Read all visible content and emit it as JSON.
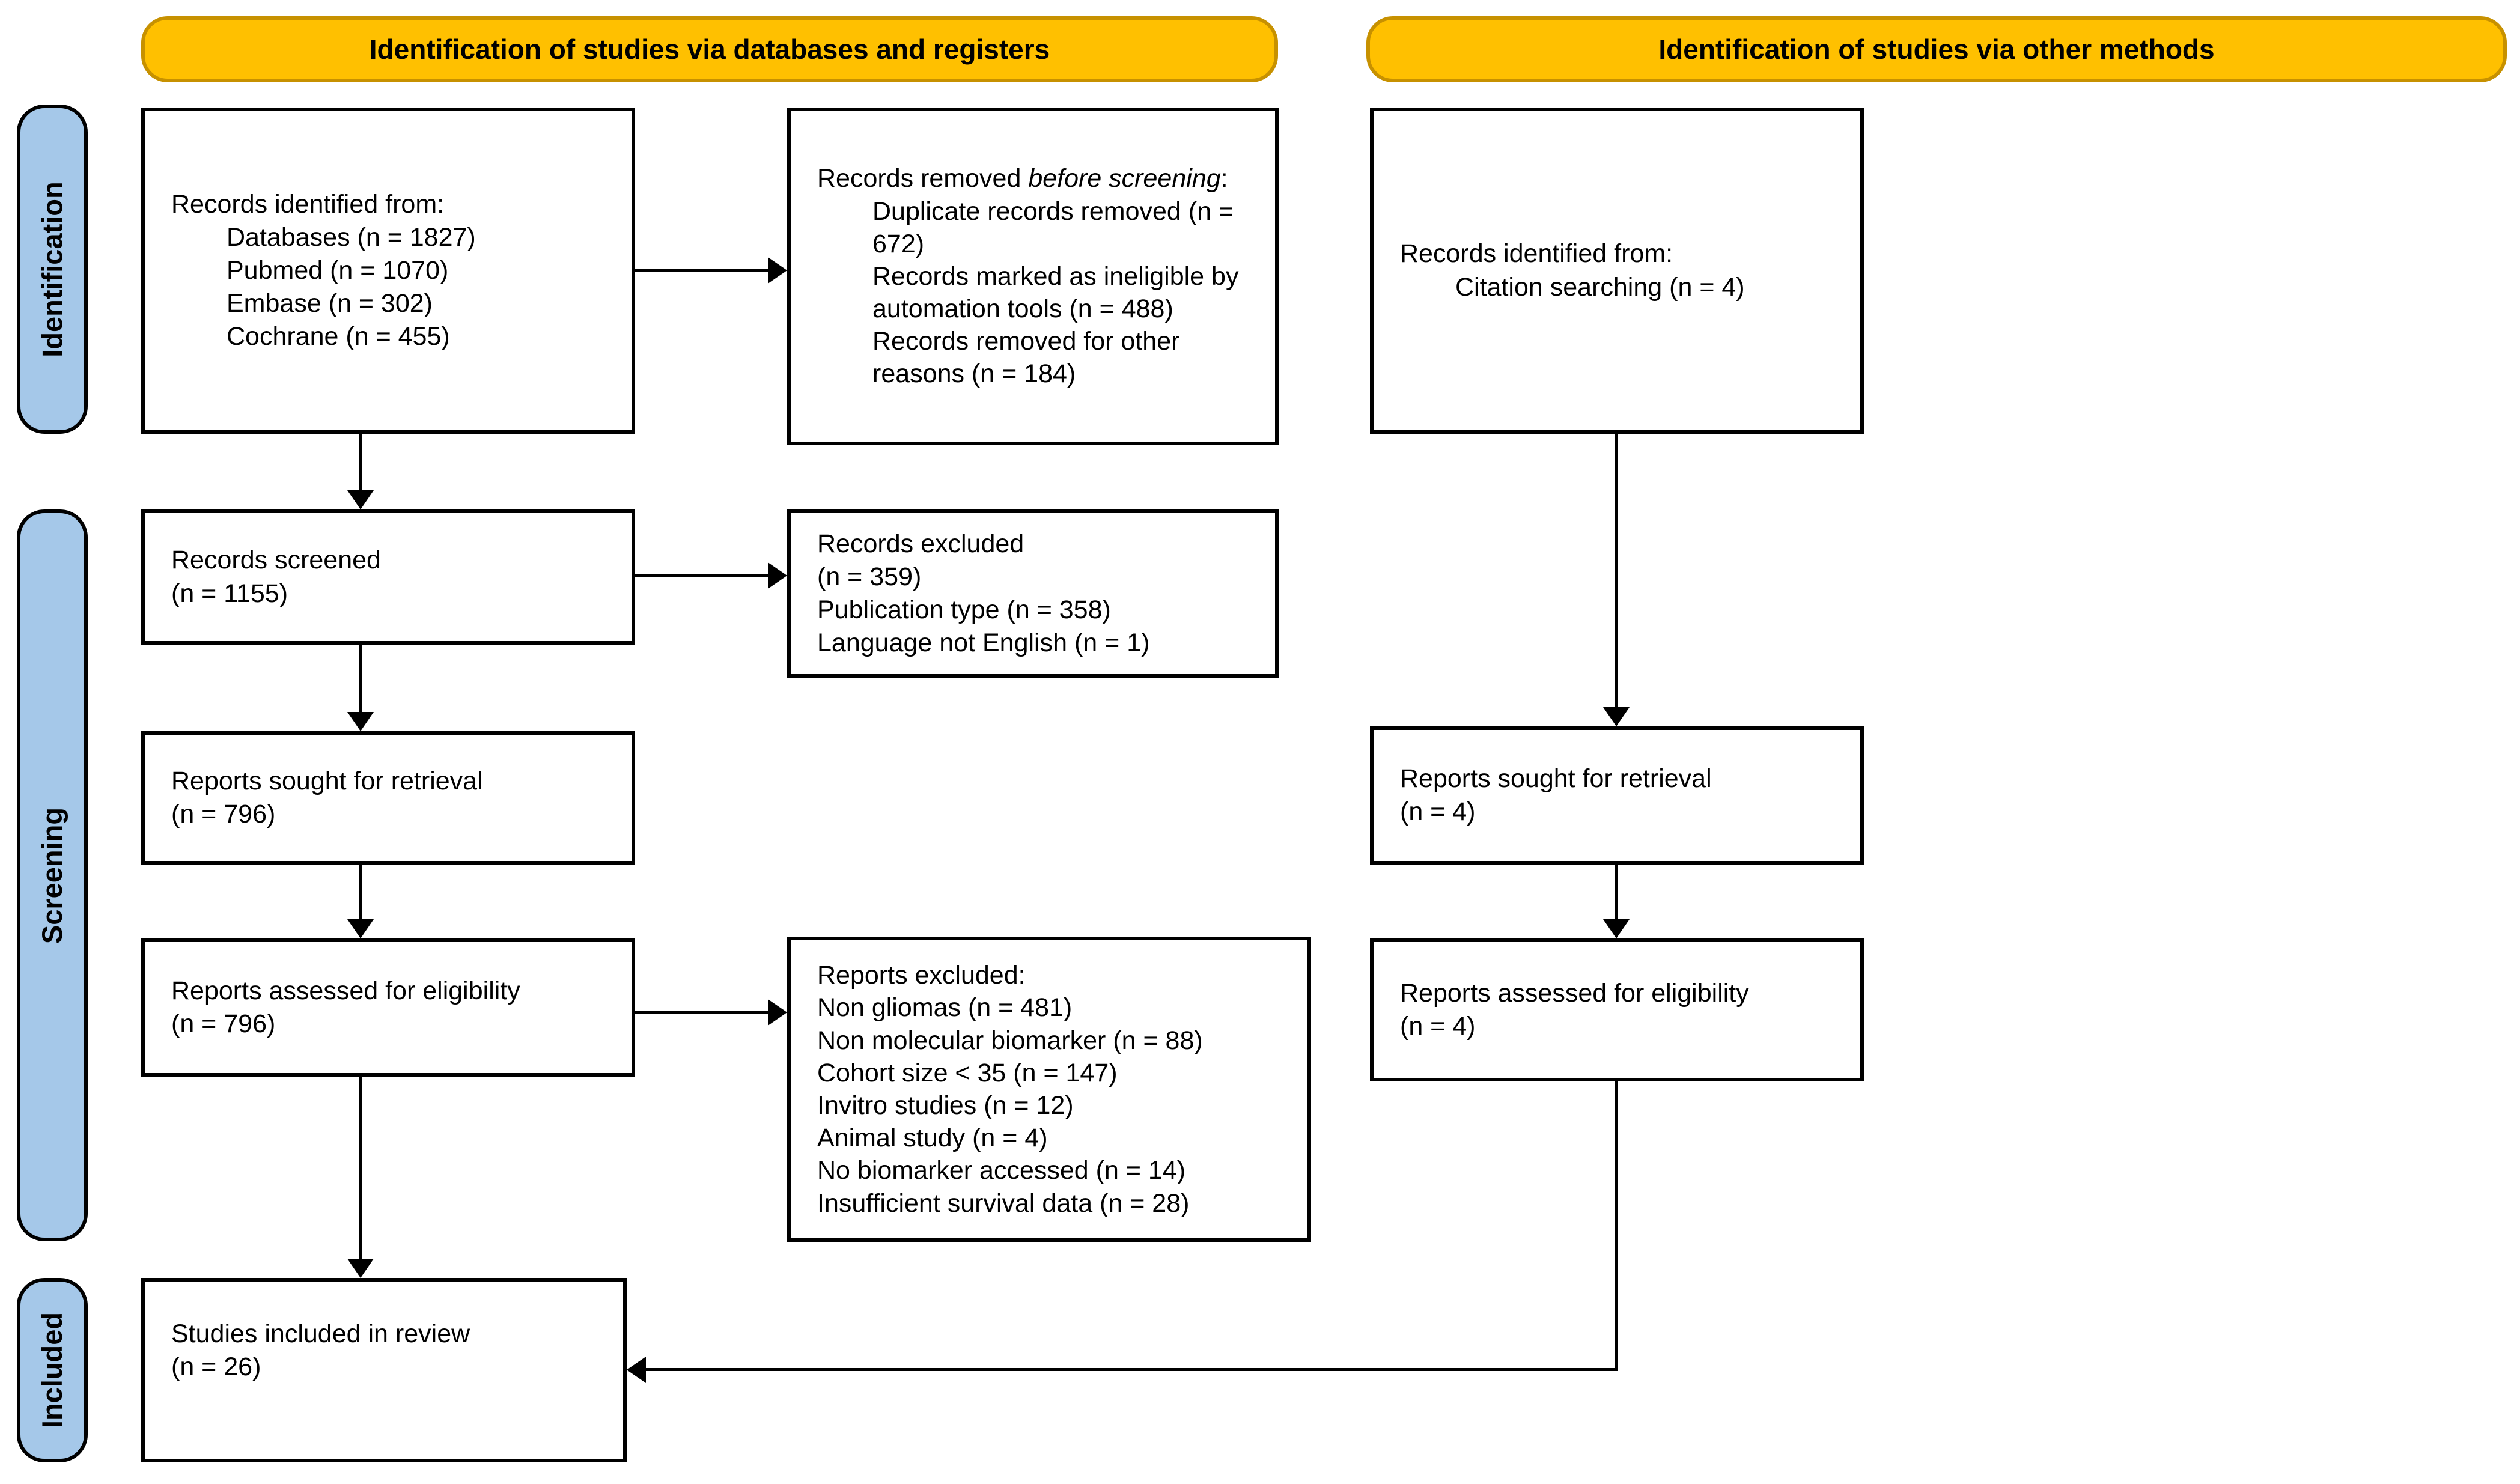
{
  "banners": {
    "databases": "Identification of studies via databases and registers",
    "other_methods": "Identification of studies via other methods"
  },
  "stage_labels": {
    "identification": "Identification",
    "screening": "Screening",
    "included": "Included"
  },
  "boxes": {
    "records_identified_db": {
      "title": "Records identified from:",
      "items": [
        "Databases (n = 1827)",
        "Pubmed (n = 1070)",
        "Embase (n = 302)",
        "Cochrane (n = 455)"
      ]
    },
    "records_removed": {
      "title_prefix": "Records removed ",
      "title_italic": "before screening",
      "title_suffix": ":",
      "items": [
        "Duplicate records removed (n = 672)",
        "Records marked as ineligible by automation tools (n = 488)",
        "Records removed for other reasons (n = 184)"
      ]
    },
    "records_identified_other": {
      "title": "Records identified from:",
      "items": [
        "Citation searching (n = 4)"
      ]
    },
    "records_screened": {
      "lines": [
        "Records screened",
        "(n = 1155)"
      ]
    },
    "records_excluded": {
      "lines": [
        "Records excluded",
        "(n = 359)",
        "Publication type (n = 358)",
        "Language not English (n = 1)"
      ]
    },
    "reports_sought_db": {
      "lines": [
        "Reports sought for retrieval",
        "(n = 796)"
      ]
    },
    "reports_sought_other": {
      "lines": [
        "Reports sought for retrieval",
        "(n = 4)"
      ]
    },
    "reports_assessed_db": {
      "lines": [
        "Reports assessed for eligibility",
        "(n = 796)"
      ]
    },
    "reports_excluded": {
      "lines": [
        "Reports excluded:",
        "Non gliomas (n = 481)",
        "Non molecular biomarker (n = 88)",
        "Cohort size < 35 (n = 147)",
        "Invitro studies (n = 12)",
        "Animal study (n = 4)",
        "No biomarker accessed (n = 14)",
        "Insufficient survival data (n = 28)"
      ]
    },
    "reports_assessed_other": {
      "lines": [
        "Reports assessed for eligibility",
        "(n = 4)"
      ]
    },
    "studies_included": {
      "lines": [
        "Studies included in review",
        "(n = 26)"
      ]
    }
  },
  "colors": {
    "banner_fill": "#FFC000",
    "banner_border": "#C79100",
    "stage_fill": "#A5C8E9",
    "box_border": "#000000",
    "background": "#FFFFFF"
  }
}
